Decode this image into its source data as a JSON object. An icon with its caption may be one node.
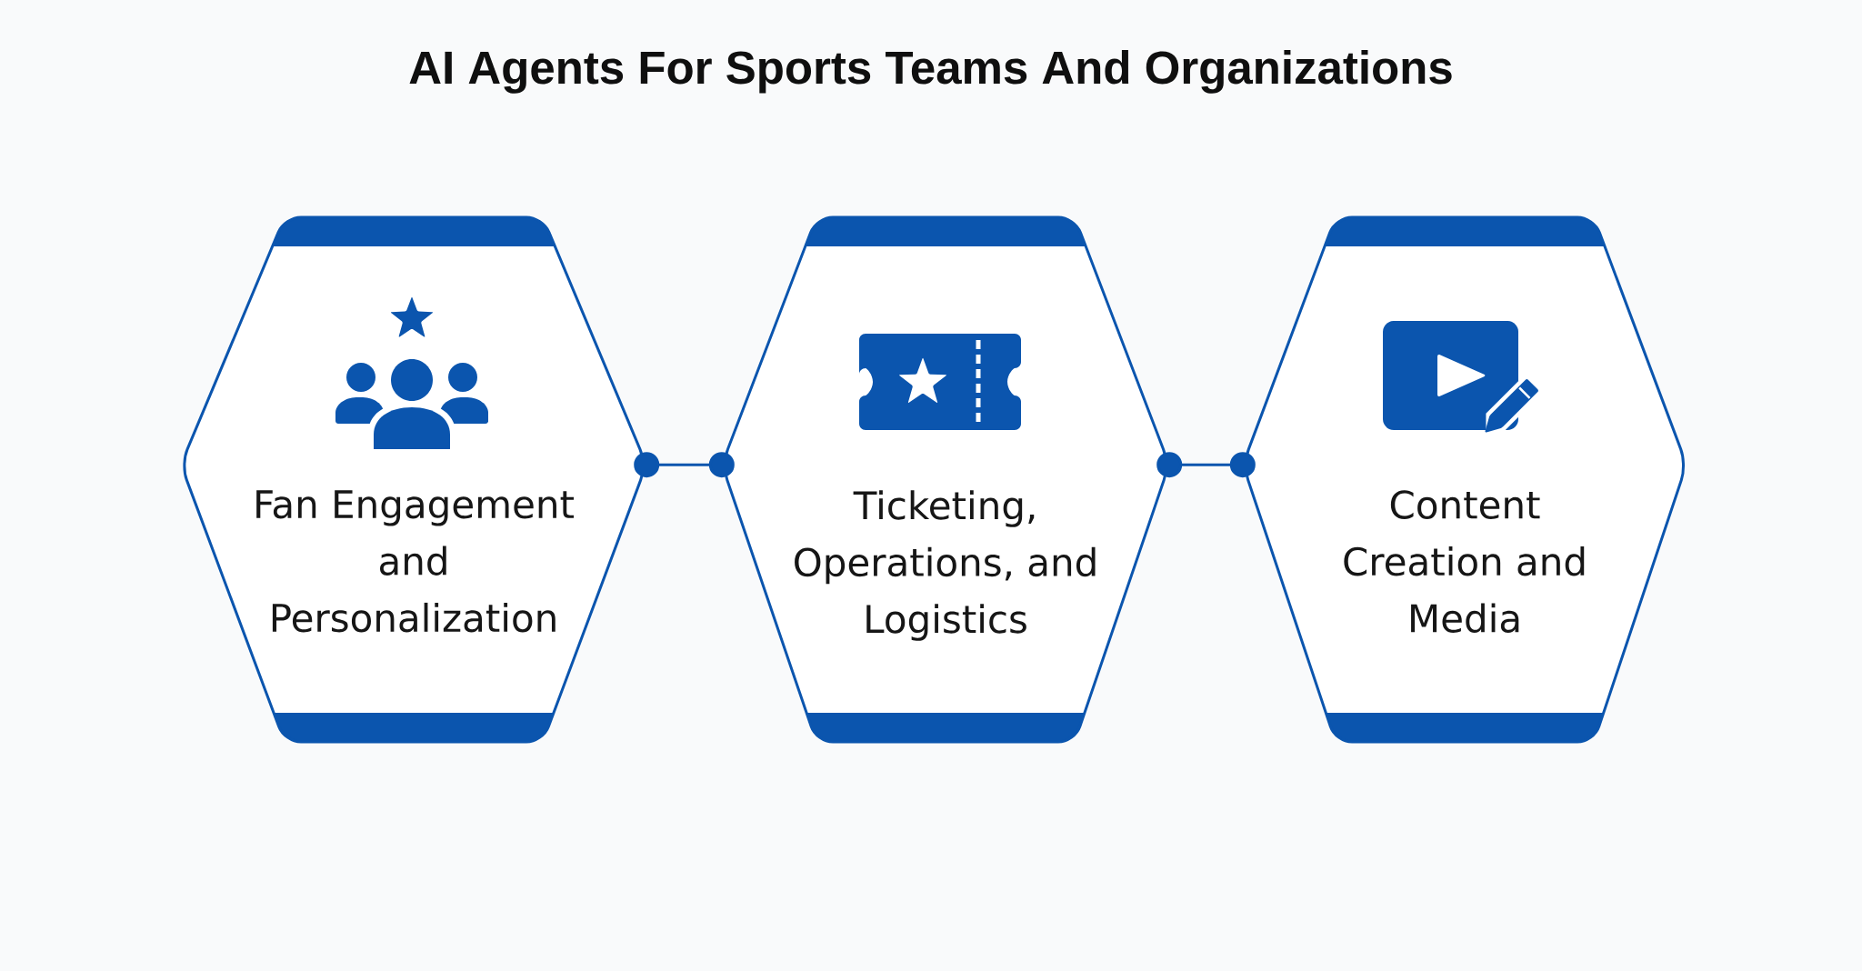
{
  "diagram": {
    "title": "AI Agents For Sports Teams And Organizations",
    "nodes": [
      {
        "text": [
          "Fan Engagement and Personalization"
        ]
      },
      {
        "text": [
          "Ticketing, Operations, and Logistics"
        ]
      },
      {
        "text": [
          "Content Creation and Media"
        ]
      }
    ],
    "edges": [
      {
        "from": 0,
        "to": 1,
        "arrow": "other"
      },
      {
        "from": 1,
        "to": 2,
        "arrow": "other"
      }
    ]
  }
}
